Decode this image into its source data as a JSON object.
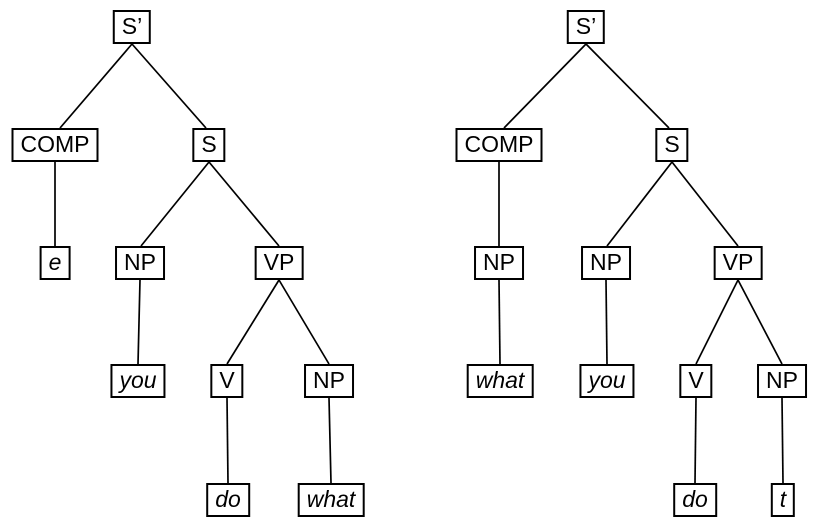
{
  "figure": {
    "description": "Two syntax trees showing wh-movement: deep structure (left) and surface structure (right) of the question 'what do you do'",
    "background_color": "#ffffff",
    "line_color": "#000000",
    "box_border_color": "#000000",
    "box_fill_color": "#ffffff"
  },
  "left_tree": {
    "nodes": {
      "s_bar": "S’",
      "comp": "COMP",
      "s": "S",
      "e": "e",
      "np_subj": "NP",
      "vp": "VP",
      "you": "you",
      "v": "V",
      "np_obj": "NP",
      "do": "do",
      "what": "what"
    }
  },
  "right_tree": {
    "nodes": {
      "s_bar": "S’",
      "comp": "COMP",
      "s": "S",
      "np_comp": "NP",
      "what": "what",
      "np_subj": "NP",
      "you": "you",
      "vp": "VP",
      "v": "V",
      "np_obj": "NP",
      "do": "do",
      "t": "t"
    }
  }
}
